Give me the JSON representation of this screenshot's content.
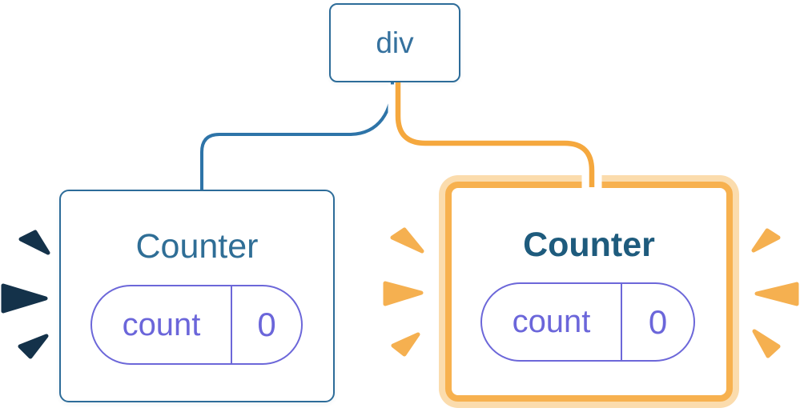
{
  "diagram": {
    "description": "React component tree: a div root with two Counter children; the right Counter is highlighted as newly initialized",
    "root": {
      "label": "div"
    },
    "counters": [
      {
        "title": "Counter",
        "state_key": "count",
        "state_value": "0",
        "highlighted": false
      },
      {
        "title": "Counter",
        "state_key": "count",
        "state_value": "0",
        "highlighted": true
      }
    ],
    "colors": {
      "node_border_blue": "#2d6c99",
      "connector_blue": "#2e74a8",
      "connector_orange": "#f5a83e",
      "highlight_border_orange": "#f7b14f",
      "highlight_outer_orange": "#fbdcad",
      "pill_indigo": "#6c67d9",
      "spark_dark_navy": "#14324a",
      "spark_orange": "#f5b050",
      "title_blue": "#2f6e96",
      "title_blue_bold": "#1e5b7d"
    }
  }
}
